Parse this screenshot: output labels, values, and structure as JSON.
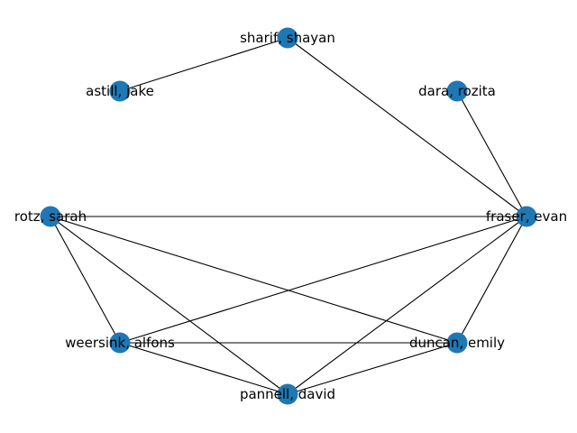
{
  "graph": {
    "node_color": "#1f77b4",
    "edge_color": "#000000",
    "nodes": [
      {
        "id": "sharif",
        "label": "sharif, shayan"
      },
      {
        "id": "astill",
        "label": "astill, jake"
      },
      {
        "id": "dara",
        "label": "dara, rozita"
      },
      {
        "id": "rotz",
        "label": "rotz, sarah"
      },
      {
        "id": "fraser",
        "label": "fraser, evan"
      },
      {
        "id": "weersink",
        "label": "weersink, alfons"
      },
      {
        "id": "duncan",
        "label": "duncan, emily"
      },
      {
        "id": "pannell",
        "label": "pannell, david"
      }
    ],
    "edges": [
      [
        "sharif",
        "astill"
      ],
      [
        "sharif",
        "fraser"
      ],
      [
        "dara",
        "fraser"
      ],
      [
        "rotz",
        "fraser"
      ],
      [
        "rotz",
        "weersink"
      ],
      [
        "rotz",
        "pannell"
      ],
      [
        "rotz",
        "duncan"
      ],
      [
        "fraser",
        "weersink"
      ],
      [
        "fraser",
        "duncan"
      ],
      [
        "fraser",
        "pannell"
      ],
      [
        "weersink",
        "duncan"
      ],
      [
        "weersink",
        "pannell"
      ],
      [
        "duncan",
        "pannell"
      ]
    ]
  }
}
